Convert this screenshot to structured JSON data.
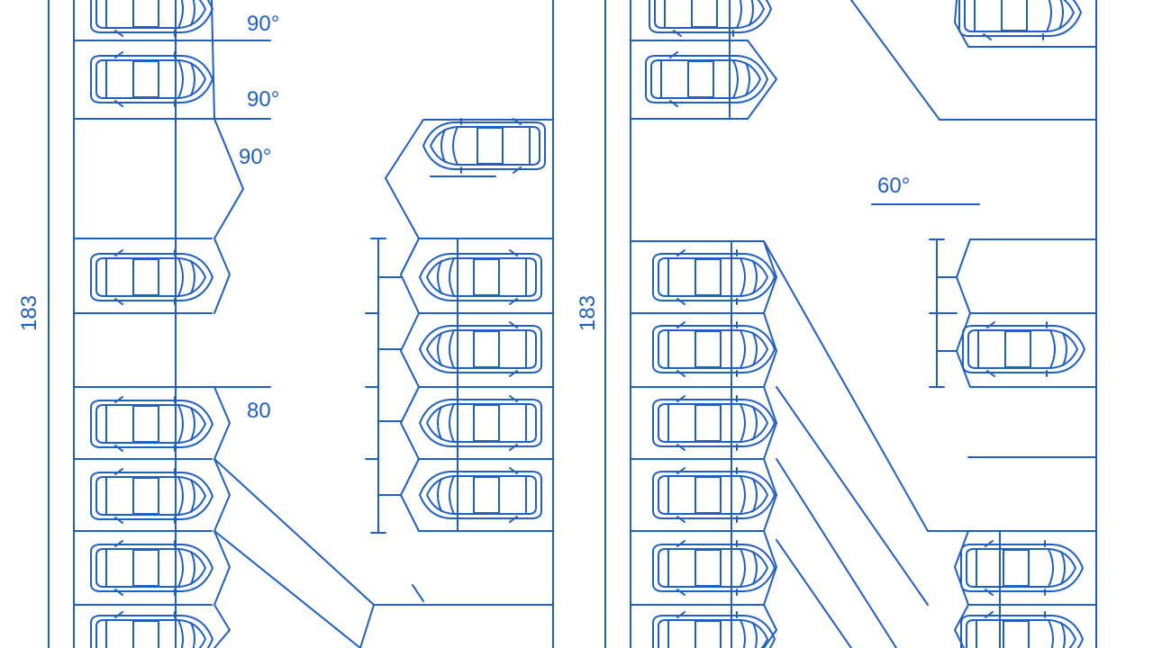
{
  "colors": {
    "ink": "#1f5fc4",
    "background": "#ffffff"
  },
  "left_lot": {
    "side_label": "183",
    "angle_labels": [
      "90°",
      "90°",
      "90°",
      "80"
    ]
  },
  "right_lot": {
    "side_label": "183",
    "angle_labels": [
      "60°"
    ]
  },
  "icons": [
    "car-icon"
  ]
}
